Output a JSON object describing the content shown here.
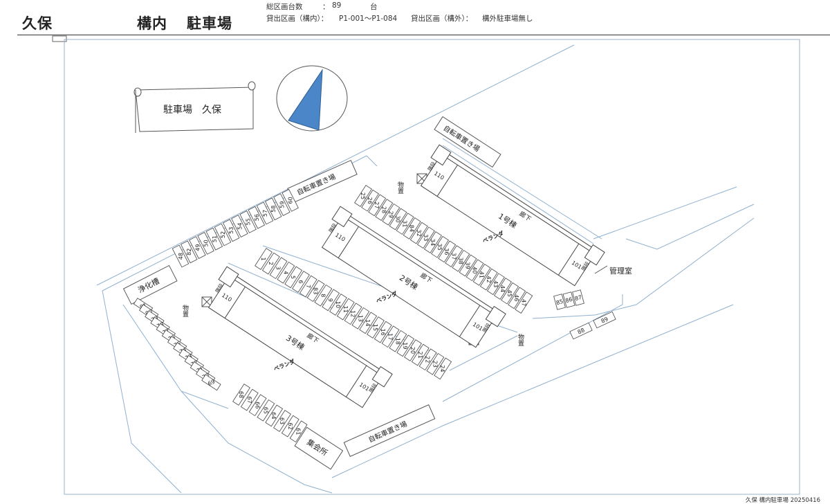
{
  "header": {
    "site_name": "久保",
    "plan_title": "構内",
    "plan_title2": "駐車場",
    "total_label": "総区画台数",
    "total_colon": "：",
    "total_value": "89",
    "total_unit": "台",
    "inside_label": "貸出区画（構内）：",
    "inside_range": "P1-001〜P1-084",
    "outside_label": "貸出区画（構外）：",
    "outside_value": "構外駐車場無し"
  },
  "map": {
    "title_sign": "駐車場　久保",
    "bike_parking": "自転車置き場",
    "septic_tank": "浄化槽",
    "meeting_hall": "集会所",
    "management_office": "管理室",
    "storage": "物置",
    "corridor": "廊下",
    "veranda": "ベランダ",
    "stairs": "階段",
    "buildings": [
      {
        "name": "1号棟",
        "room_first": "110",
        "room_last": "101"
      },
      {
        "name": "2号棟",
        "room_first": "110",
        "room_last": "101"
      },
      {
        "name": "3号棟",
        "room_first": "110",
        "room_last": "101"
      }
    ],
    "north_arrow_color": "#4a86c8"
  },
  "footer": {
    "note": "久保 構内駐車場 20250416"
  }
}
